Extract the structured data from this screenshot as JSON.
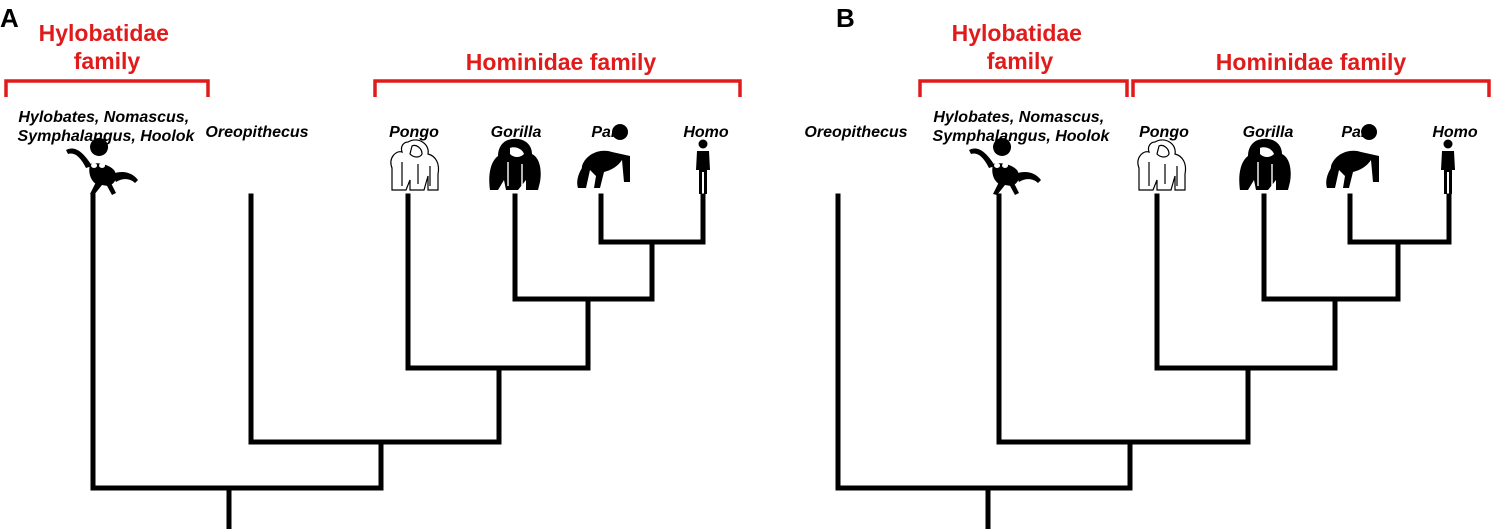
{
  "panels": [
    {
      "letter": "A",
      "families": [
        {
          "lines": [
            "Hylobatidae",
            "family"
          ]
        },
        {
          "lines": [
            "Hominidae family"
          ]
        }
      ],
      "taxa": [
        {
          "lines": [
            "Hylobates, Nomascus,",
            "Symphalangus, Hoolok"
          ],
          "icon": "gibbon-icon"
        },
        {
          "lines": [
            "Oreopithecus"
          ],
          "icon": ""
        },
        {
          "lines": [
            "Pongo"
          ],
          "icon": "orangutan-icon"
        },
        {
          "lines": [
            "Gorilla"
          ],
          "icon": "gorilla-icon"
        },
        {
          "lines": [
            "Pan"
          ],
          "icon": "chimpanzee-icon"
        },
        {
          "lines": [
            "Homo"
          ],
          "icon": "human-icon"
        }
      ],
      "topology": "(Hylobatidae,(Oreopithecus,(Pongo,(Gorilla,(Pan,Homo)))))"
    },
    {
      "letter": "B",
      "families": [
        {
          "lines": [
            "Hylobatidae",
            "family"
          ]
        },
        {
          "lines": [
            "Hominidae family"
          ]
        }
      ],
      "taxa": [
        {
          "lines": [
            "Oreopithecus"
          ],
          "icon": ""
        },
        {
          "lines": [
            "Hylobates, Nomascus,",
            "Symphalangus, Hoolok"
          ],
          "icon": "gibbon-icon"
        },
        {
          "lines": [
            "Pongo"
          ],
          "icon": "orangutan-icon"
        },
        {
          "lines": [
            "Gorilla"
          ],
          "icon": "gorilla-icon"
        },
        {
          "lines": [
            "Pan"
          ],
          "icon": "chimpanzee-icon"
        },
        {
          "lines": [
            "Homo"
          ],
          "icon": "human-icon"
        }
      ],
      "topology": "(Oreopithecus,(Hylobatidae,(Pongo,(Gorilla,(Pan,Homo)))))"
    }
  ],
  "colors": {
    "family_label": "#e01b1b",
    "tree": "#000000"
  }
}
